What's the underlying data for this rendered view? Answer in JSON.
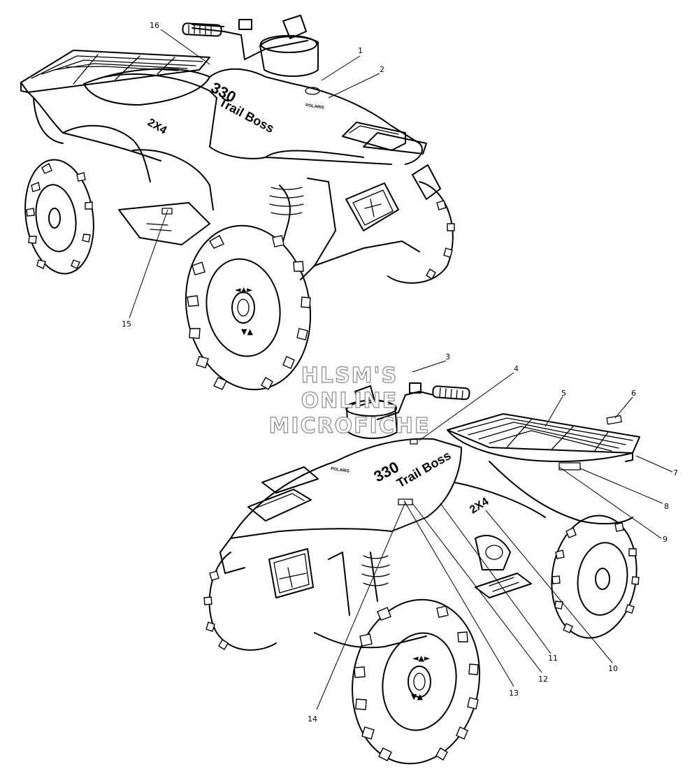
{
  "callouts": [
    "1",
    "2",
    "3",
    "4",
    "5",
    "6",
    "7",
    "8",
    "9",
    "10",
    "11",
    "12",
    "13",
    "14",
    "15",
    "16"
  ],
  "decals": {
    "model_number": "330",
    "model_name": "Trail Boss",
    "drive": "2X4",
    "brand": "POLARIS"
  },
  "watermark": [
    "HLSM'S",
    "ONLINE",
    "MICROFICHE"
  ]
}
